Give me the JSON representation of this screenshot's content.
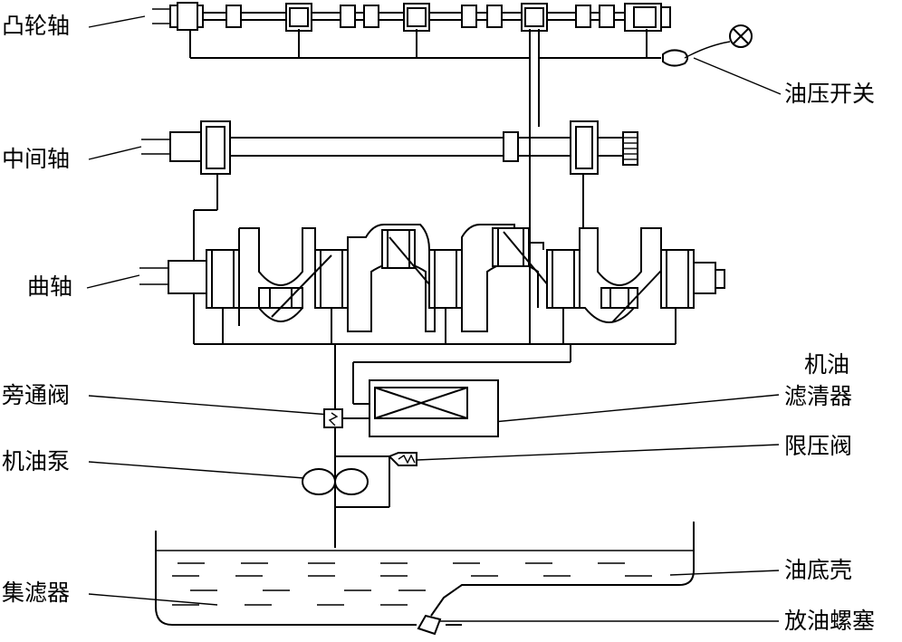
{
  "labels": {
    "camshaft": "凸轮轴",
    "oil_pressure_switch": "油压开关",
    "intermediate_shaft": "中间轴",
    "crankshaft": "曲轴",
    "oil_filter_line1": "机油",
    "oil_filter_line2": "滤清器",
    "bypass_valve": "旁通阀",
    "oil_pump": "机油泵",
    "pressure_relief_valve": "限压阀",
    "oil_pan": "油底壳",
    "strainer": "集滤器",
    "drain_plug": "放油螺塞"
  }
}
